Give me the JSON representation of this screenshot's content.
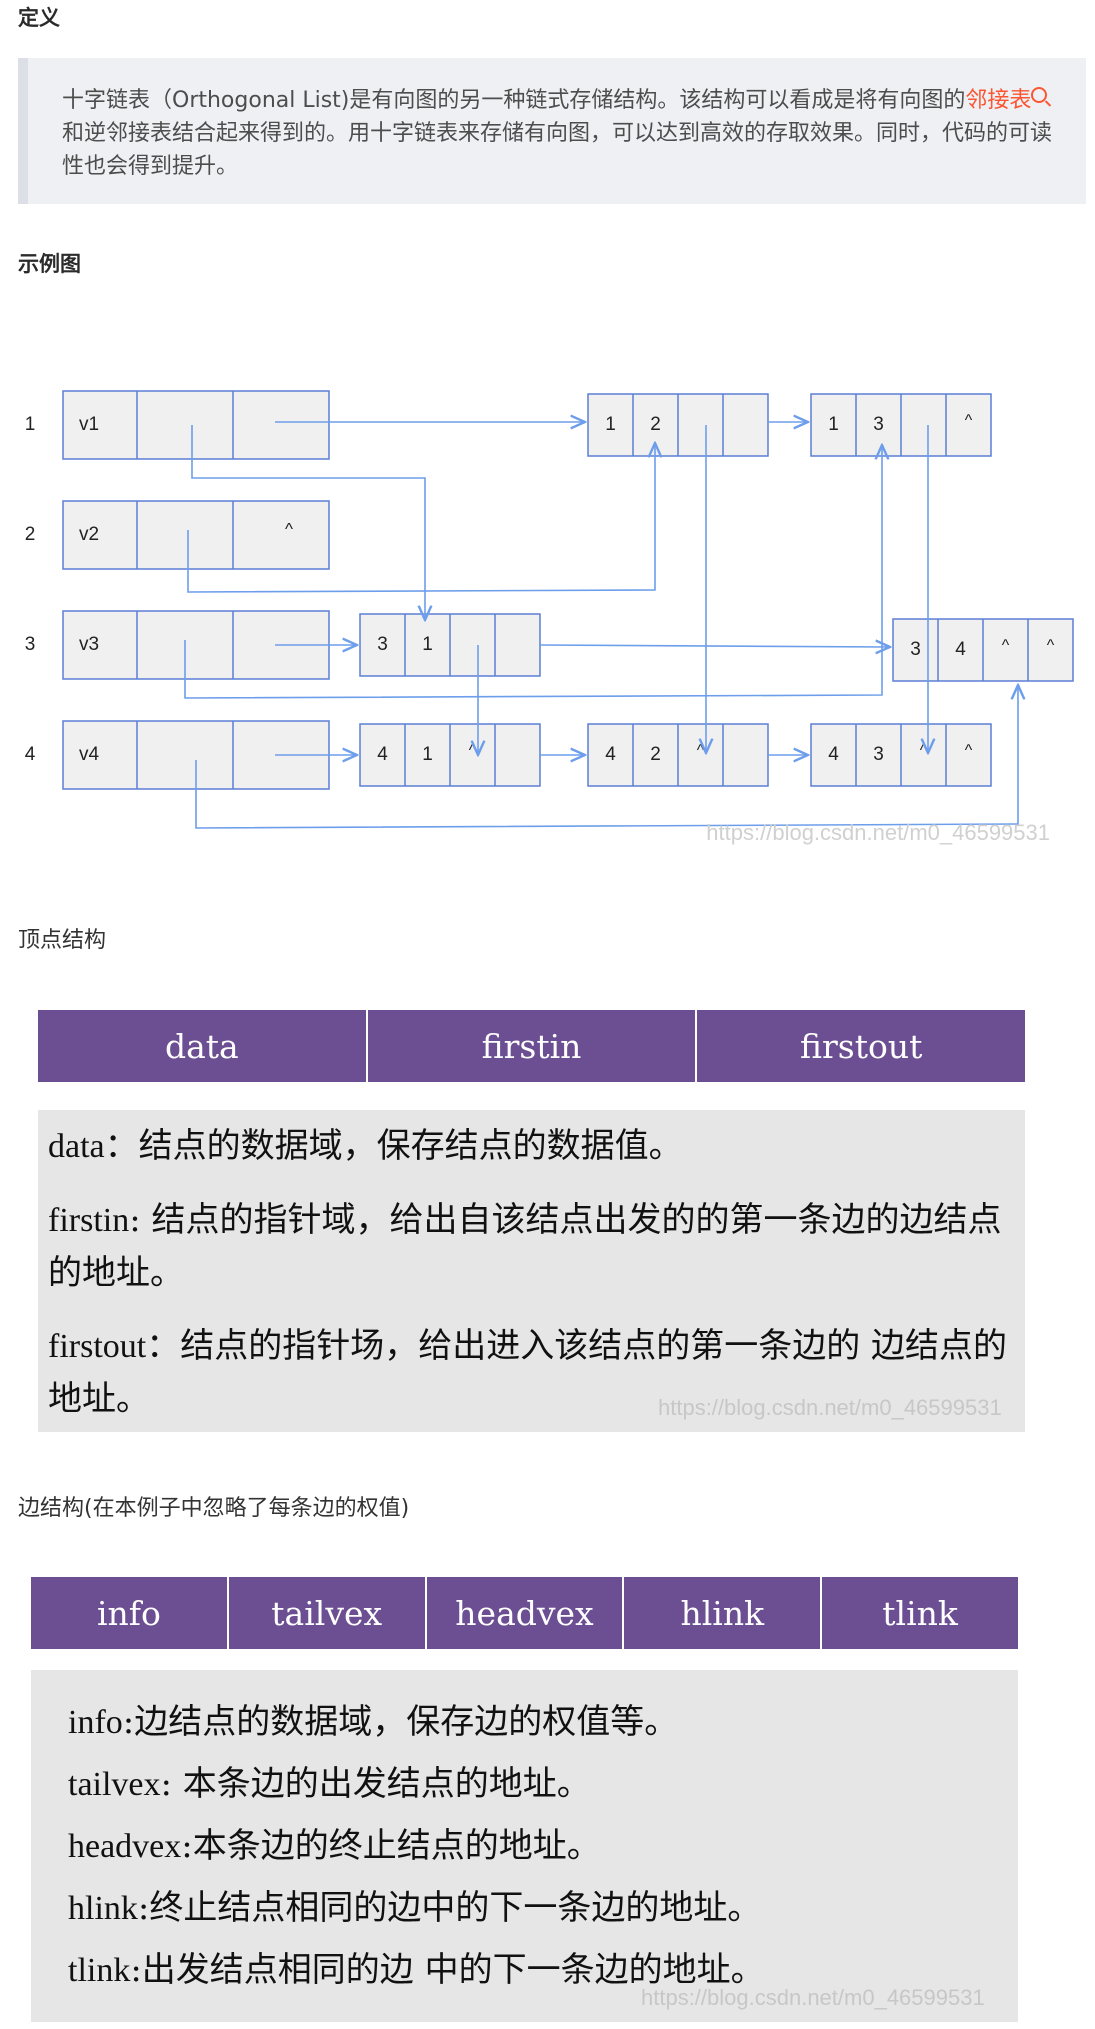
{
  "sections": {
    "definition_title": "定义",
    "example_title": "示例图",
    "vertex_title": "顶点结构",
    "edge_title": "边结构(在本例子中忽略了每条边的权值)"
  },
  "definition": {
    "text_before_link": "十字链表（Orthogonal List)是有向图的另一种链式存储结构。该结构可以看成是将有向图的",
    "link": "邻接表",
    "text_after_link": "和逆邻接表结合起来得到的。用十字链表来存储有向图，可以达到高效的存取效果。同时，代码的可读性也会得到提升。"
  },
  "diagram": {
    "row_labels": [
      "1",
      "2",
      "3",
      "4"
    ],
    "vertex_nodes": [
      {
        "data": "v1",
        "firstout": ""
      },
      {
        "data": "v2",
        "firstout": "^"
      },
      {
        "data": "v3",
        "firstout": ""
      },
      {
        "data": "v4",
        "firstout": ""
      }
    ],
    "edge_nodes": [
      {
        "tail": "1",
        "head": "2",
        "hlink": "",
        "tlink": ""
      },
      {
        "tail": "1",
        "head": "3",
        "hlink": "",
        "tlink": "^"
      },
      {
        "tail": "3",
        "head": "1",
        "hlink": "",
        "tlink": ""
      },
      {
        "tail": "3",
        "head": "4",
        "hlink": "^",
        "tlink": "^"
      },
      {
        "tail": "4",
        "head": "1",
        "hlink": "^",
        "tlink": ""
      },
      {
        "tail": "4",
        "head": "2",
        "hlink": "^",
        "tlink": ""
      },
      {
        "tail": "4",
        "head": "3",
        "hlink": "^",
        "tlink": "^"
      }
    ],
    "watermark": "https://blog.csdn.net/m0_46599531"
  },
  "vertex_structure": {
    "headers": [
      "data",
      "firstin",
      "firstout"
    ],
    "descriptions": [
      {
        "term": "data",
        "text": "：结点的数据域，保存结点的数据值。"
      },
      {
        "term": "firstin",
        "text": ": 结点的指针域，给出自该结点出发的的第一条边的边结点的地址。"
      },
      {
        "term": "firstout",
        "text": "：结点的指针场，给出进入该结点的第一条边的 边结点的地址。"
      }
    ],
    "watermark": "https://blog.csdn.net/m0_46599531"
  },
  "edge_structure": {
    "headers": [
      "info",
      "tailvex",
      "headvex",
      "hlink",
      "tlink"
    ],
    "descriptions": [
      {
        "term": "info",
        "text": ":边结点的数据域，保存边的权值等。"
      },
      {
        "term": "tailvex",
        "text": ":   本条边的出发结点的地址。"
      },
      {
        "term": "headvex",
        "text": ":本条边的终止结点的地址。"
      },
      {
        "term": "hlink",
        "text": ":终止结点相同的边中的下一条边的地址。"
      },
      {
        "term": "tlink",
        "text": ":出发结点相同的边 中的下一条边的地址。"
      }
    ],
    "watermark": "https://blog.csdn.net/m0_46599531"
  },
  "colors": {
    "header_bg": "#6b4f92",
    "node_fill": "#f0f0f0",
    "node_border": "#5b7fd6",
    "arrow": "#6d9eeb",
    "link": "#fc5531"
  }
}
